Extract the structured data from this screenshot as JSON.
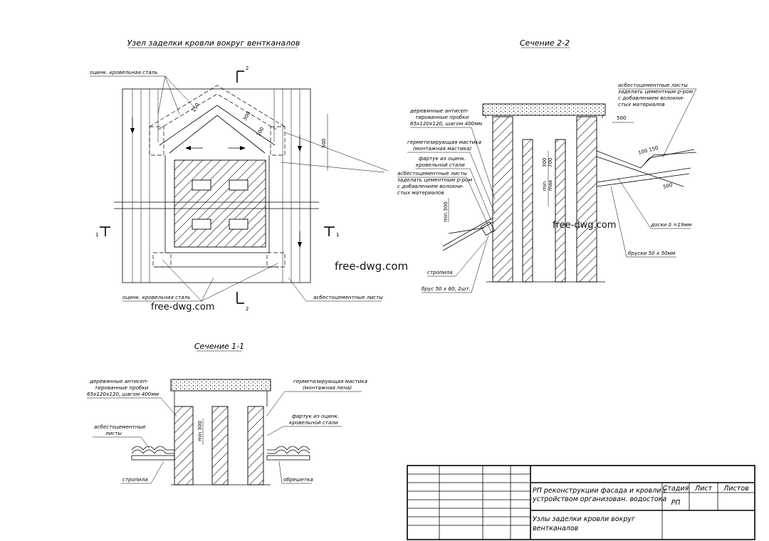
{
  "titles": {
    "plan": "Узел заделки кровли вокруг вентканалов",
    "sec22": "Сечение 2-2",
    "sec11": "Сечение 1-1"
  },
  "labels": {
    "plan_steel_top": "оцинк. кровельная сталь",
    "plan_steel_bottom": "оцинк. кровельная сталь",
    "plan_asbestos": "асбестоцементные листы",
    "s22_plugs_1": "деревянные антисеп-",
    "s22_plugs_2": "тированные пробки",
    "s22_plugs_3": "65х120х120, шагом 400мм",
    "s22_mastic_1": "герметизирующая мастика",
    "s22_mastic_2": "(монтажная мастика)",
    "s22_apron_1": "фартук из оцинк.",
    "s22_apron_2": "кровельной стали",
    "s22_asb_l_1": "асбестоцементные листы",
    "s22_asb_l_2": "заделать цементным р-ром",
    "s22_asb_l_3": "с добавлением волокни-",
    "s22_asb_l_4": "стых материалов",
    "s22_asb_r_1": "асбестоцементные листы",
    "s22_asb_r_2": "заделать цементным р-ром",
    "s22_asb_r_3": "с добавлением волокни-",
    "s22_asb_r_4": "стых материалов",
    "s22_rafter": "стропила",
    "s22_beam": "брус 50 х 60, 2шт.",
    "s22_boards": "доски δ =19мм",
    "s22_bars": "бруски 50 х 50мм",
    "s11_plugs_1": "деревянные антисеп-",
    "s11_plugs_2": "тированные пробки",
    "s11_plugs_3": "65х120х120, шагом 400мм",
    "s11_mastic_1": "герметизирующая мастика",
    "s11_mastic_2": "(монтажная пена)",
    "s11_asb_1": "асбестоцементные",
    "s11_asb_2": "листы",
    "s11_apron_1": "фартук из оцинк.",
    "s11_apron_2": "кровельной стали",
    "s11_rafter": "стропила",
    "s11_lath": "обрешетка"
  },
  "dims": {
    "plan_150": "150",
    "plan_300": "300",
    "plan_100": "100",
    "plan_500": "500",
    "s22_500_top": "500",
    "s22_300": "300",
    "s22_700": "700",
    "s22_min": "min",
    "s22_max": "max",
    "s22_100_150": "100 150",
    "s22_500_bottom": "500",
    "s22_min300": "min 300",
    "s11_min300": "min 300"
  },
  "markers": {
    "two": "2",
    "one": "1"
  },
  "watermarks": [
    "free-dwg.com",
    "free-dwg.com",
    "free-dwg.com"
  ],
  "stamp": {
    "project_line1": "РП реконструкции фасада и кровли с",
    "project_line2": "устройством организован. водостока",
    "sheet_title_line1": "Узлы заделки кровли вокруг",
    "sheet_title_line2": "вентканалов",
    "col_stage": "Стадия",
    "col_sheet": "Лист",
    "col_sheets": "Листов",
    "stage_value": "РП"
  }
}
